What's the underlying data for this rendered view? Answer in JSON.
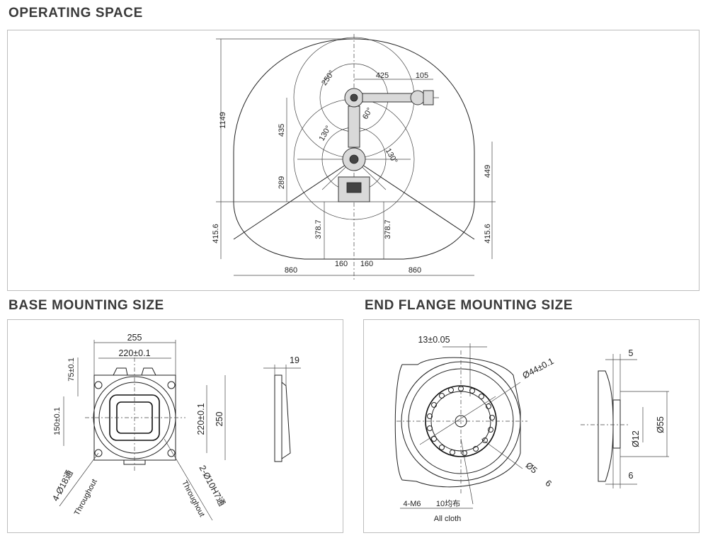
{
  "sections": {
    "operating_space": "OPERATING SPACE",
    "base_mounting": "BASE MOUNTING SIZE",
    "end_flange": "END FLANGE MOUNTING SIZE"
  },
  "operating": {
    "dim_height_total": "1149",
    "dim_link2": "425",
    "dim_flange": "105",
    "dim_link1": "435",
    "dim_base_height": "289",
    "dim_right_height": "449",
    "dim_below_left": "415.6",
    "dim_below_right": "415.6",
    "dim_cone_left": "378.7",
    "dim_cone_right": "378.7",
    "dim_left_reach": "860",
    "dim_right_reach": "860",
    "dim_center_left": "160",
    "dim_center_right": "160",
    "angle_j2_range": "250°",
    "angle_j2_offset": "60°",
    "angle_j1_left": "130°",
    "angle_j1_right": "130°"
  },
  "base": {
    "dim_width": "255",
    "dim_hole_spacing_x": "220±0.1",
    "dim_hole_spacing_y": "220±0.1",
    "dim_height": "250",
    "dim_75": "75±0.1",
    "dim_150": "150±0.1",
    "dim_side_thickness": "19",
    "hole_callout_left": "4-Ø18通",
    "hole_note_left": "Throughout",
    "hole_callout_right": "2-Ø10H7通",
    "hole_note_right": "Throughout"
  },
  "flange": {
    "dim_offset": "13±0.05",
    "dim_bolt_circle": "Ø44±0.1",
    "dim_pin": "Ø5",
    "dim_pin_depth": "6",
    "dim_thread": "4-M6",
    "dim_thread_depth": "10均布",
    "thread_note": "All cloth",
    "dim_side_5": "5",
    "dim_side_6": "6",
    "dim_dia_55": "Ø55",
    "dim_dia_12": "Ø12"
  }
}
